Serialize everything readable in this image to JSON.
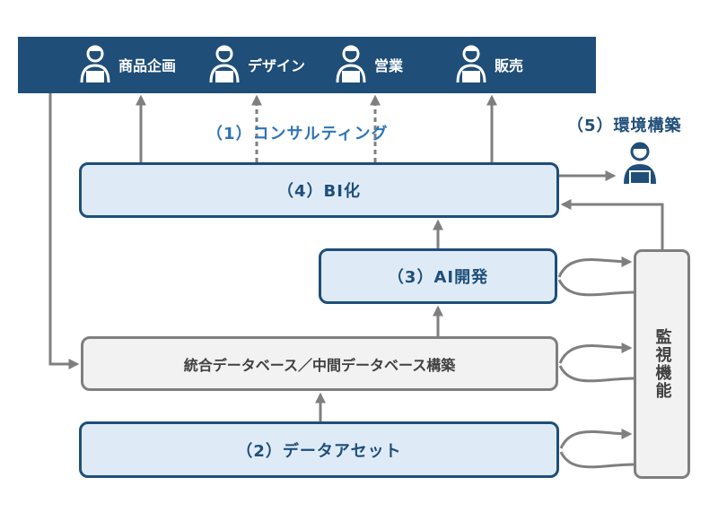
{
  "roles": [
    {
      "label": "商品企画",
      "icon": "person-laptop-icon"
    },
    {
      "label": "デザイン",
      "icon": "person-laptop-icon"
    },
    {
      "label": "営業",
      "icon": "person-laptop-icon"
    },
    {
      "label": "販売",
      "icon": "person-laptop-icon"
    }
  ],
  "labels": {
    "consulting": "（1）コンサルティング",
    "environment": "（5）環境構築"
  },
  "boxes": {
    "bi": "（4）BI化",
    "ai": "（3）AI開発",
    "database": "統合データベース／中間データベース構築",
    "asset": "（2）データアセット",
    "monitoring": "監視機能"
  },
  "colors": {
    "navy": "#1f4e79",
    "light_blue": "#deebf7",
    "gray_border": "#7f7f7f",
    "gray_fill": "#f2f2f2",
    "arrow": "#7f7f7f",
    "consult_text": "#2e75b6"
  }
}
